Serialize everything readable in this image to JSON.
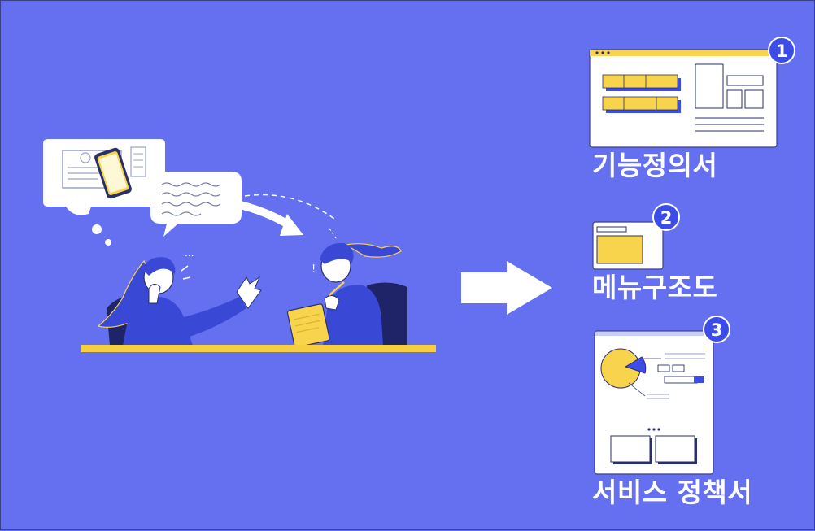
{
  "deliverables": [
    {
      "number": "1",
      "label": "기능정의서"
    },
    {
      "number": "2",
      "label": "메뉴구조도"
    },
    {
      "number": "3",
      "label": "서비스 정책서"
    }
  ],
  "icons": {
    "scene": "meeting-illustration",
    "arrow": "right-arrow-icon",
    "doc1": "feature-spec-document-icon",
    "doc2": "menu-structure-document-icon",
    "doc3": "service-policy-document-icon"
  },
  "colors": {
    "background": "#6470f0",
    "accent_yellow": "#f7d44c",
    "badge_blue": "#3c4ce8",
    "character_blue": "#3949d6",
    "table": "#f5cf3f"
  }
}
